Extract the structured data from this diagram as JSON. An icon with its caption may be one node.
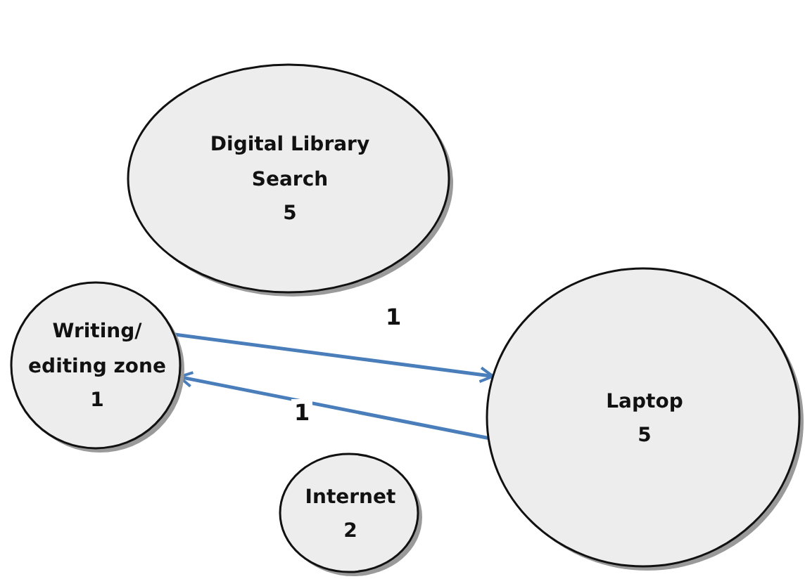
{
  "diagram": {
    "nodes": [
      {
        "text": [
          "Digital Library Search",
          "5"
        ]
      },
      {
        "text": [
          "Writing/ editing zone",
          "1"
        ]
      },
      {
        "text": [
          "Laptop",
          "5"
        ]
      },
      {
        "text": [
          "Internet",
          "2"
        ]
      }
    ],
    "edges": [
      {
        "from": 1,
        "to": 2,
        "arrow": "to",
        "label": "1"
      },
      {
        "from": 2,
        "to": 1,
        "arrow": "to",
        "label": "1"
      }
    ]
  }
}
